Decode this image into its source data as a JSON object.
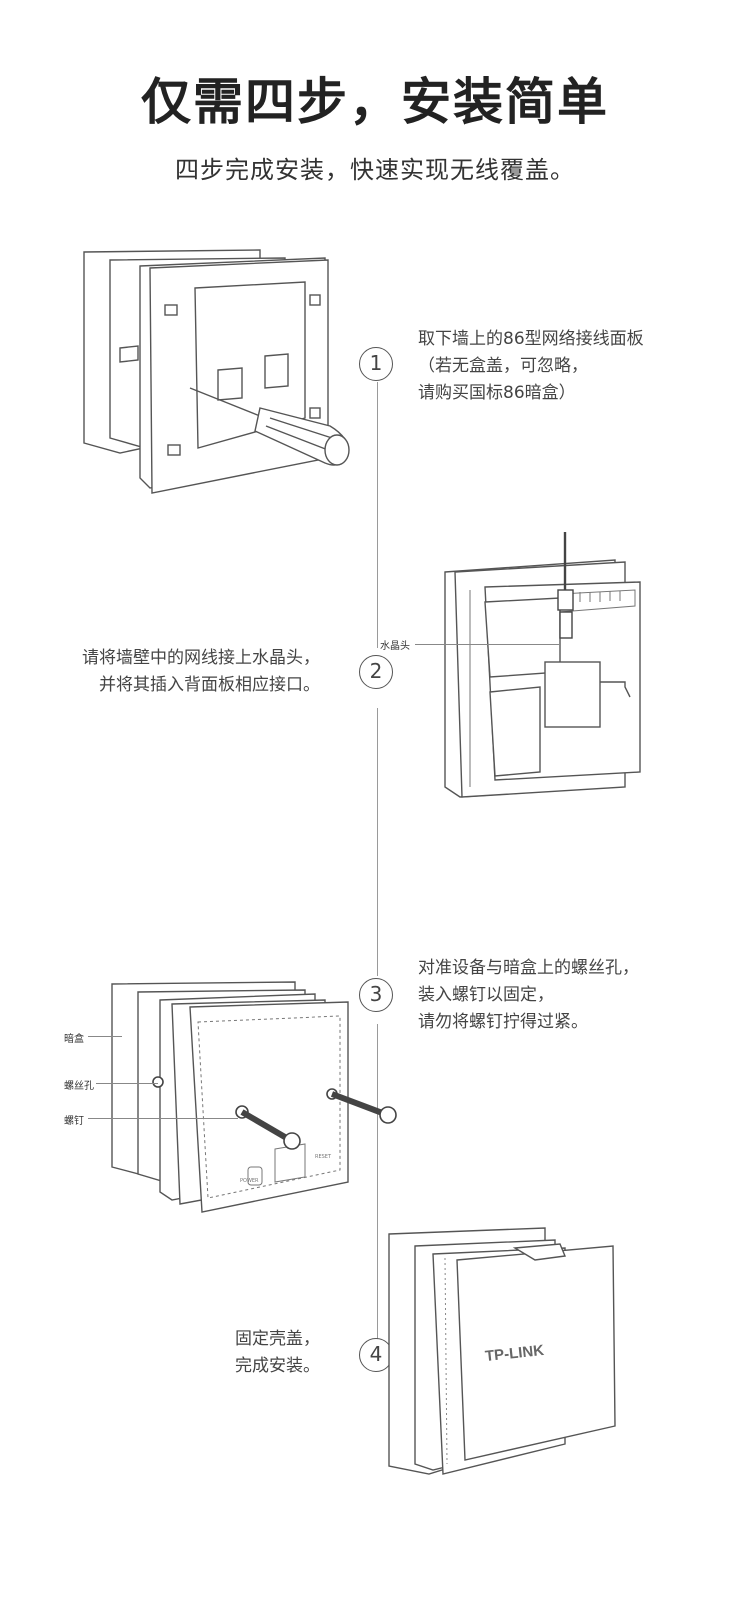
{
  "header": {
    "title": "仅需四步，安装简单",
    "subtitle": "四步完成安装，快速实现无线覆盖。"
  },
  "steps": [
    {
      "number": "1",
      "lines": [
        "取下墙上的86型网络接线面板",
        "（若无盒盖，可忽略，",
        "请购买国标86暗盒）"
      ]
    },
    {
      "number": "2",
      "lines": [
        "请将墙壁中的网线接上水晶头，",
        "并将其插入背面板相应接口。"
      ],
      "callout": "水晶头"
    },
    {
      "number": "3",
      "lines": [
        "对准设备与暗盒上的螺丝孔，",
        "装入螺钉以固定，",
        "请勿将螺钉拧得过紧。"
      ],
      "callouts": [
        "暗盒",
        "螺丝孔",
        "螺钉"
      ]
    },
    {
      "number": "4",
      "lines": [
        "固定壳盖，",
        "完成安装。"
      ]
    }
  ],
  "brand": "TP-LINK",
  "device_labels": {
    "power": "POWER",
    "reset": "RESET"
  },
  "colors": {
    "line": "#9a9a9a",
    "stroke": "#555555",
    "text": "#333333"
  }
}
